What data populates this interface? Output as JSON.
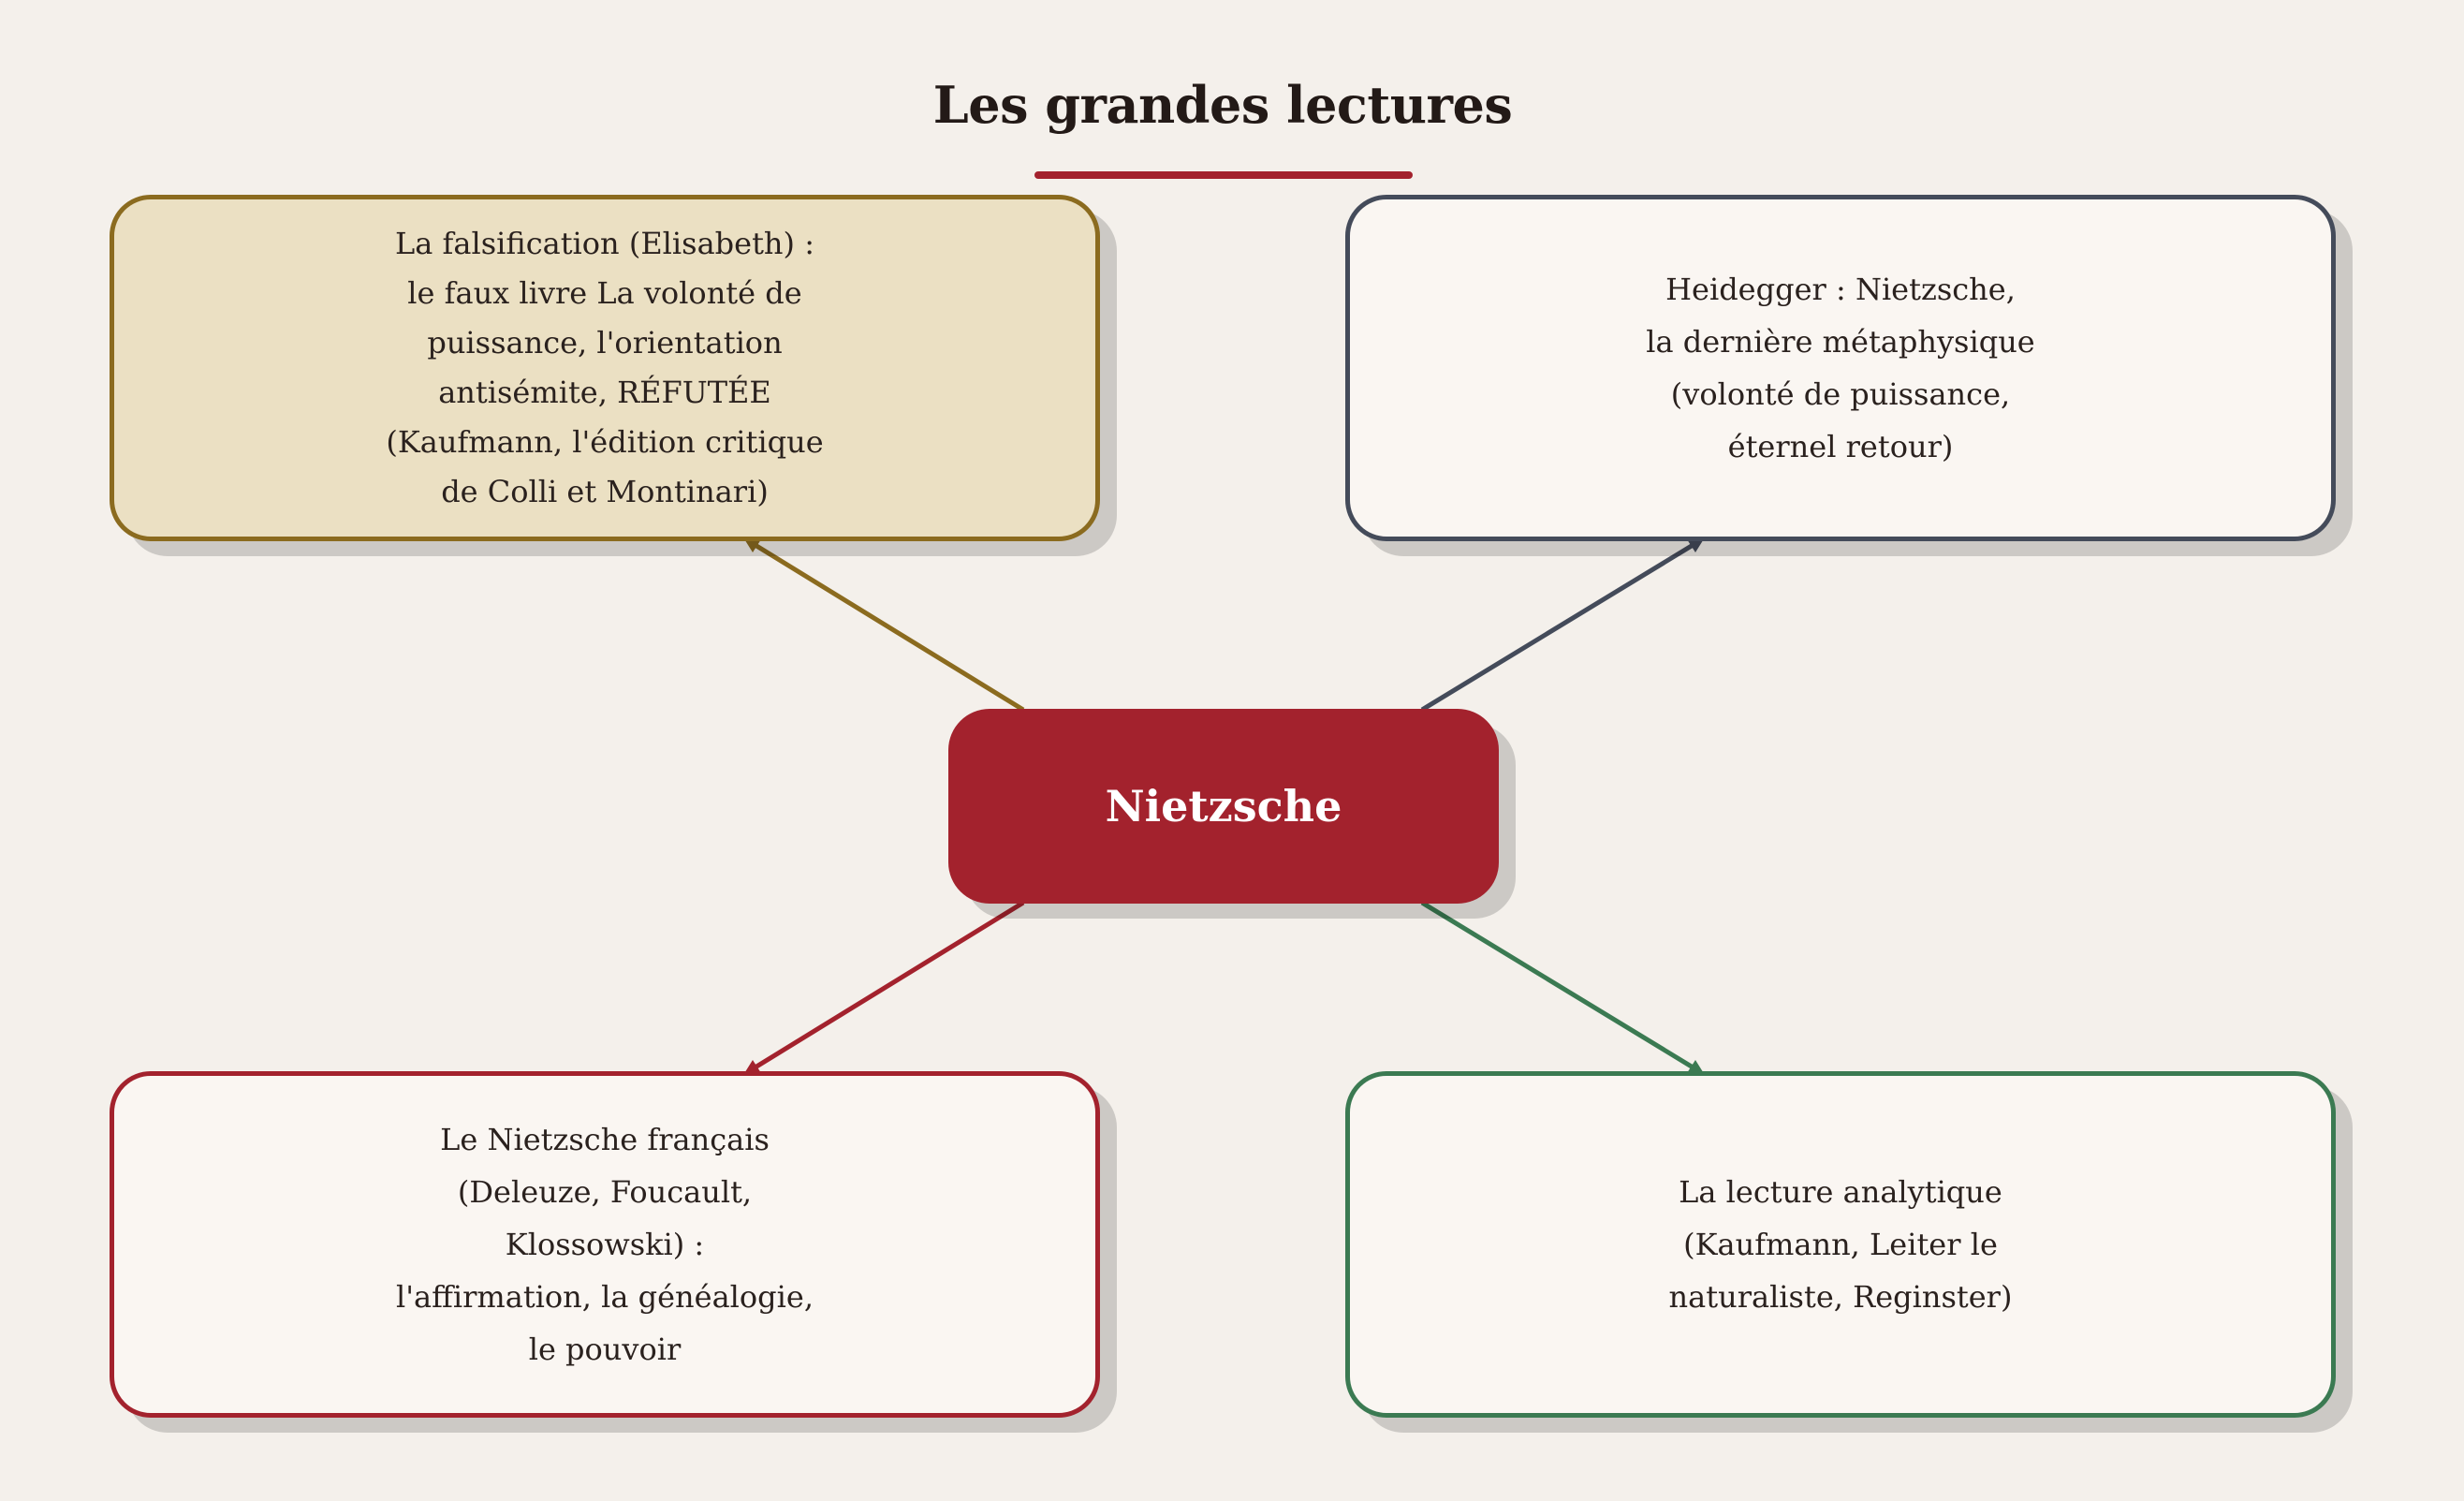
{
  "title": "Les grandes lectures",
  "colors": {
    "background": "#f4f0eb",
    "accent": "#a3222d",
    "gold": "#8b6b1f",
    "slate": "#444b5a",
    "green": "#3b7a52",
    "gold_fill": "#ebe0c3",
    "light_fill": "#faf6f2"
  },
  "center": {
    "label": "Nietzsche"
  },
  "nodes": {
    "top_left": {
      "text": "La falsification (Elisabeth) :\nle faux livre La volonté de\npuissance, l'orientation\nantisémite, RÉFUTÉE\n(Kaufmann, l'édition critique\nde Colli et Montinari)"
    },
    "top_right": {
      "text": "Heidegger : Nietzsche,\nla dernière métaphysique\n(volonté de puissance,\néternel retour)"
    },
    "bottom_left": {
      "text": "Le Nietzsche français\n(Deleuze, Foucault,\nKlossowski) :\nl'affirmation, la généalogie,\nle pouvoir"
    },
    "bottom_right": {
      "text": "La lecture analytique\n(Kaufmann, Leiter le\nnaturaliste, Reginster)"
    }
  }
}
